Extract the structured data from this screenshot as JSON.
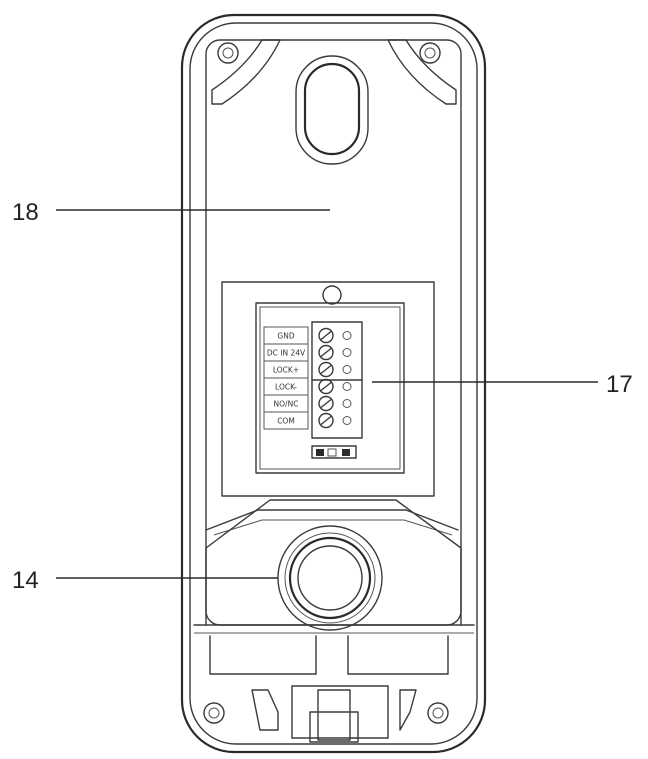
{
  "callouts": [
    {
      "id": "18",
      "label": "18"
    },
    {
      "id": "17",
      "label": "17"
    },
    {
      "id": "14",
      "label": "14"
    }
  ],
  "terminal_block": {
    "labels": [
      "GND",
      "DC IN 24V",
      "LOCK+",
      "LOCK-",
      "NO/NC",
      "COM"
    ]
  },
  "colors": {
    "line": "#2a2a2a",
    "background": "#ffffff"
  }
}
